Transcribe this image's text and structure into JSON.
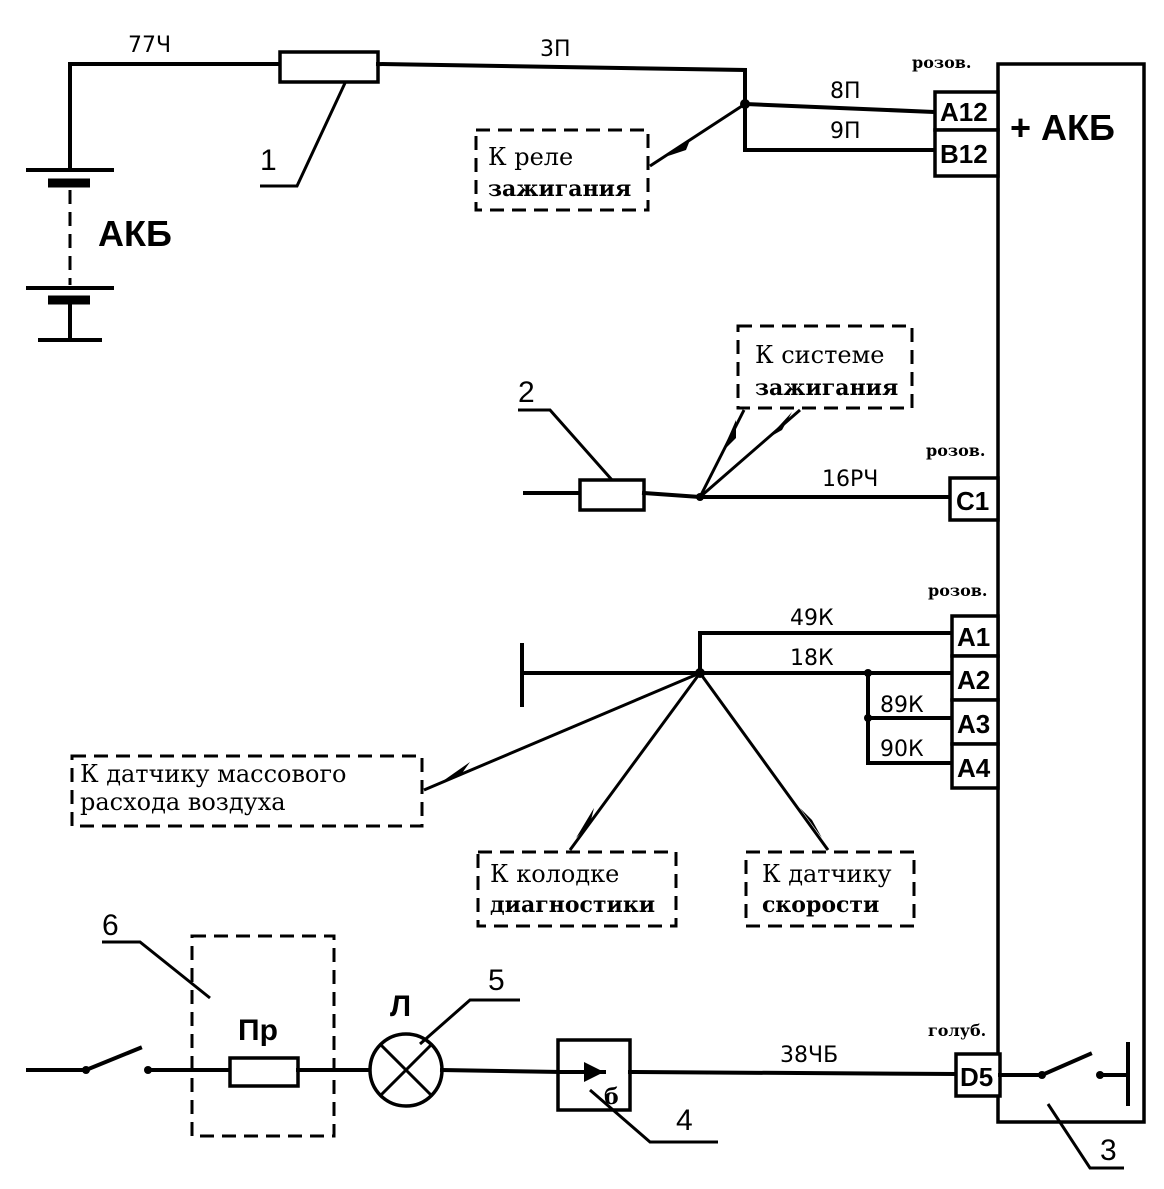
{
  "battery": {
    "label": "АКБ"
  },
  "ecu": {
    "label": "+ АКБ",
    "ref": "3"
  },
  "wires": {
    "w77": "77Ч",
    "w3": "3П",
    "w8": "8П",
    "w9": "9П",
    "w16": "16РЧ",
    "w49": "49К",
    "w18": "18К",
    "w89": "89К",
    "w90": "90К",
    "w38": "38ЧБ"
  },
  "pins": {
    "a12": "A12",
    "b12": "B12",
    "c1": "C1",
    "a1": "A1",
    "a2": "A2",
    "a3": "A3",
    "a4": "A4",
    "d5": "D5"
  },
  "colors": {
    "rozov1": "розов.",
    "rozov2": "розов.",
    "rozov3": "розов.",
    "golub": "голуб."
  },
  "callouts": {
    "relay": {
      "line1": "К реле",
      "line2": "зажигания"
    },
    "ignition": {
      "line1": "К системе",
      "line2": "зажигания"
    },
    "maf": {
      "line1": "К датчику массового",
      "line2": "расхода воздуха"
    },
    "diag": {
      "line1": "К колодке",
      "line2": "диагностики"
    },
    "speed": {
      "line1": "К датчику",
      "line2": "скорости"
    }
  },
  "components": {
    "fuse_pr": "Пр",
    "lamp": "Л",
    "diode": "б"
  },
  "refs": {
    "r1": "1",
    "r2": "2",
    "r4": "4",
    "r5": "5",
    "r6": "6"
  }
}
